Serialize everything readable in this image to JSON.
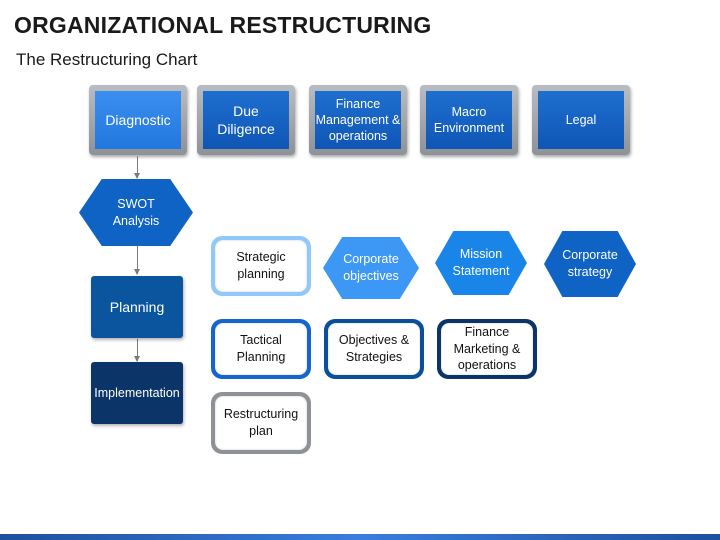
{
  "header": {
    "title": "ORGANIZATIONAL RESTRUCTURING",
    "subtitle": "The Restructuring Chart"
  },
  "top_row": [
    {
      "label": "Diagnostic"
    },
    {
      "label": "Due Diligence"
    },
    {
      "label": "Finance Management & operations"
    },
    {
      "label": "Macro Environment"
    },
    {
      "label": "Legal"
    }
  ],
  "flow": {
    "swot": "SWOT Analysis",
    "planning": "Planning",
    "implementation": "Implementation"
  },
  "planning_row": [
    {
      "label": "Strategic planning"
    },
    {
      "label": "Corporate objectives"
    },
    {
      "label": "Mission Statement"
    },
    {
      "label": "Corporate strategy"
    }
  ],
  "tactical_row": [
    {
      "label": "Tactical Planning"
    },
    {
      "label": "Objectives & Strategies"
    },
    {
      "label": "Finance Marketing & operations"
    }
  ],
  "implementation_row": [
    {
      "label": "Restructuring plan"
    }
  ],
  "colors": {
    "primary_blue": "#1565cf",
    "light_blue": "#3d98f5",
    "mid_blue": "#0f63c4",
    "dark_blue": "#0a4f9c",
    "navy": "#0b3468",
    "gray": "#8e9296"
  }
}
